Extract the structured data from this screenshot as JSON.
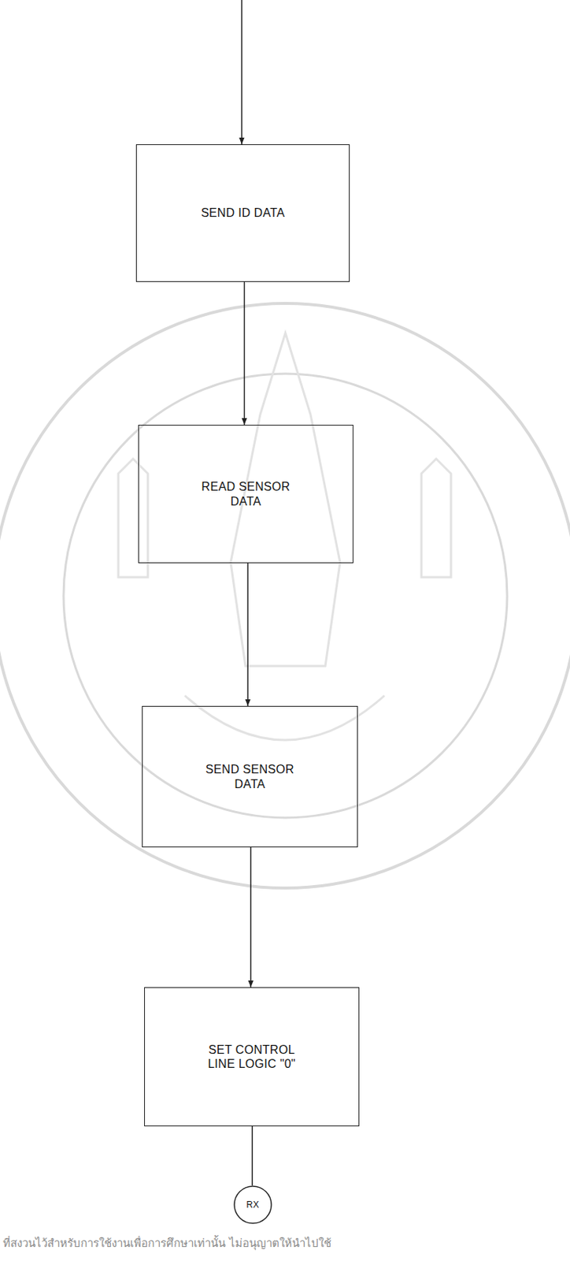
{
  "diagram": {
    "nodes": [
      {
        "text": [
          "SEND ID DATA"
        ]
      },
      {
        "text": [
          "READ SENSOR DATA"
        ]
      },
      {
        "text": [
          "SEND SENSOR DATA"
        ]
      },
      {
        "text": [
          "SET CONTROL LINE LOGIC \"0\""
        ]
      },
      {
        "text": [
          "RX"
        ]
      }
    ],
    "edges": [
      {
        "from": 0,
        "to": 1,
        "arrow": "to"
      },
      {
        "from": 1,
        "to": 2,
        "arrow": "to"
      },
      {
        "from": 2,
        "to": 3,
        "arrow": "to"
      },
      {
        "from": 3,
        "to": 4,
        "arrow": "none"
      }
    ],
    "labels": [
      "ที่สงวนไว้สำหรับการใช้งานเพื่อการศึกษาเท่านั้น ไม่อนุญาตให้นำไปใช้"
    ]
  }
}
